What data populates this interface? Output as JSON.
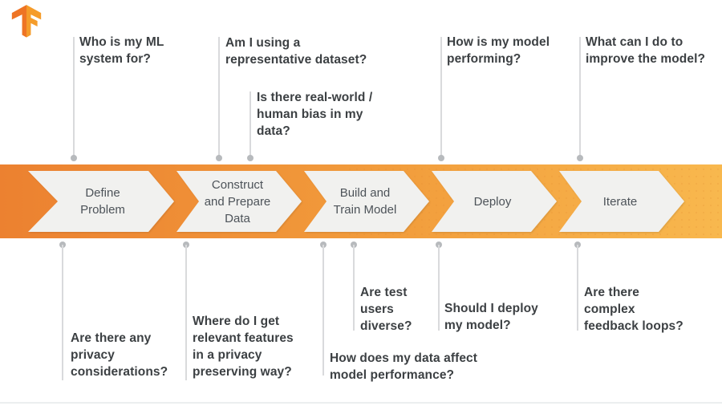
{
  "logo": {
    "name": "TensorFlow logo",
    "color_dark": "#ee7424",
    "color_light": "#f59c2a"
  },
  "banner": {
    "gradient_left": "#ec8130",
    "gradient_mid": "#f29d3c",
    "gradient_right": "#f8b84e",
    "chevron_fill": "#f1f1ef",
    "steps": [
      {
        "label": "Define\nProblem"
      },
      {
        "label": "Construct\nand Prepare\nData"
      },
      {
        "label": "Build and\nTrain Model"
      },
      {
        "label": "Deploy"
      },
      {
        "label": "Iterate"
      }
    ]
  },
  "questions": {
    "top": [
      {
        "text": "Who is my ML\nsystem for?"
      },
      {
        "text": "Am I using a\nrepresentative dataset?"
      },
      {
        "text": "Is there real-world /\nhuman bias in my\ndata?"
      },
      {
        "text": "How is my model\nperforming?"
      },
      {
        "text": "What can I do to\nimprove the model?"
      }
    ],
    "bottom": [
      {
        "text": "Are there any\nprivacy\nconsiderations?"
      },
      {
        "text": "Where do I get\nrelevant features\nin a privacy\npreserving way?"
      },
      {
        "text": "How does my data affect\nmodel performance?"
      },
      {
        "text": "Are test\nusers\ndiverse?"
      },
      {
        "text": "Should I deploy\nmy model?"
      },
      {
        "text": "Are there\ncomplex\nfeedback loops?"
      }
    ]
  },
  "connector": {
    "line_color": "#d9dadc",
    "dot_color": "#b7babd"
  }
}
